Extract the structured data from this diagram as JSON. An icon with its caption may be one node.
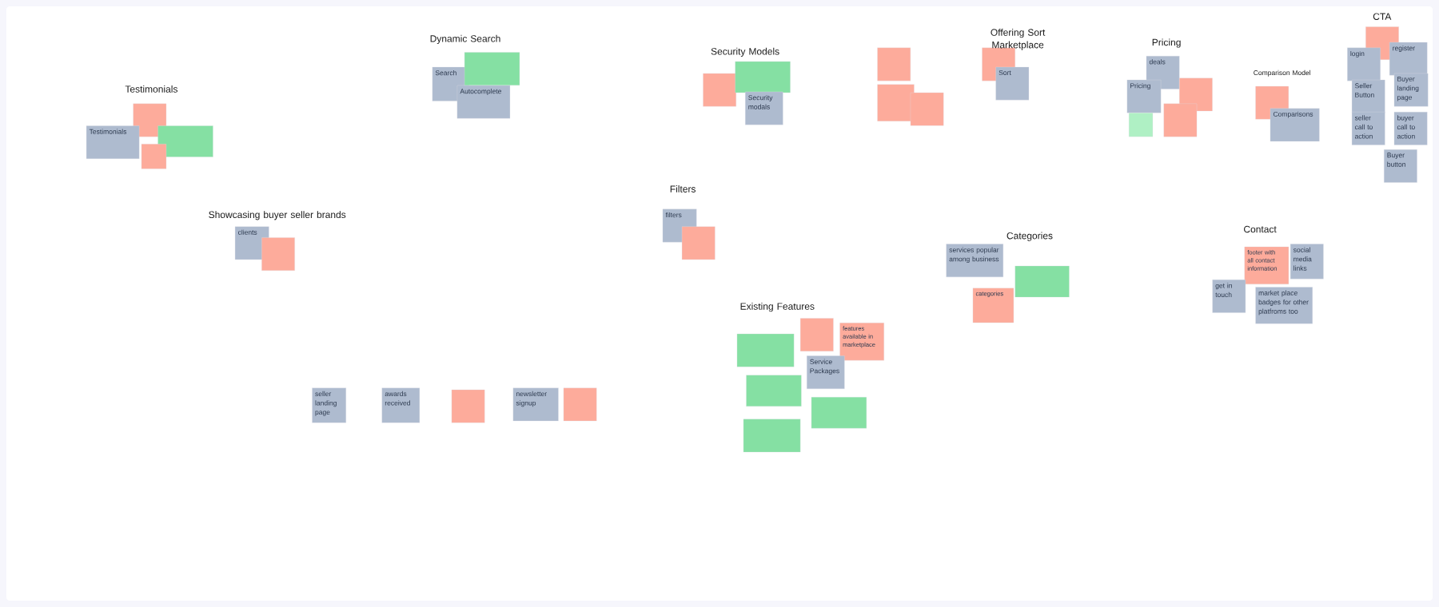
{
  "diagram": {
    "nodes": [
      {
        "text": [],
        "shape": "box"
      },
      {
        "text": [
          "Testimonials"
        ]
      },
      {
        "text": [],
        "shape": "box"
      },
      {
        "text": [],
        "shape": "box"
      },
      {
        "text": [
          "Search"
        ]
      },
      {
        "text": [
          "Autocomplete"
        ]
      },
      {
        "text": [],
        "shape": "box"
      },
      {
        "text": [],
        "shape": "box"
      },
      {
        "text": [],
        "shape": "box"
      },
      {
        "text": [
          "Security modals"
        ]
      },
      {
        "text": [],
        "shape": "box"
      },
      {
        "text": [],
        "shape": "box"
      },
      {
        "text": [],
        "shape": "box"
      },
      {
        "text": [],
        "shape": "box"
      },
      {
        "text": [
          "Sort"
        ]
      },
      {
        "text": [
          "deals"
        ]
      },
      {
        "text": [
          "Pricing"
        ]
      },
      {
        "text": [],
        "shape": "box"
      },
      {
        "text": [],
        "shape": "box"
      },
      {
        "text": [],
        "shape": "box"
      },
      {
        "text": [],
        "shape": "box"
      },
      {
        "text": [
          "Comparisons"
        ]
      },
      {
        "text": [],
        "shape": "box"
      },
      {
        "text": [
          "login"
        ]
      },
      {
        "text": [
          "register"
        ]
      },
      {
        "text": [
          "Seller Button"
        ]
      },
      {
        "text": [
          "Buyer landing page"
        ]
      },
      {
        "text": [
          "seller call to action"
        ]
      },
      {
        "text": [
          "buyer call to action"
        ]
      },
      {
        "text": [
          "Buyer button"
        ]
      },
      {
        "text": [
          "clients"
        ]
      },
      {
        "text": [],
        "shape": "box"
      },
      {
        "text": [
          "filters"
        ]
      },
      {
        "text": [],
        "shape": "box"
      },
      {
        "text": [
          "services popular among business"
        ]
      },
      {
        "text": [],
        "shape": "box"
      },
      {
        "text": [
          "categories"
        ]
      },
      {
        "text": [],
        "shape": "box"
      },
      {
        "text": [
          "features available in marketplace"
        ]
      },
      {
        "text": [],
        "shape": "box"
      },
      {
        "text": [
          "Service Packages"
        ]
      },
      {
        "text": [],
        "shape": "box"
      },
      {
        "text": [],
        "shape": "box"
      },
      {
        "text": [],
        "shape": "box"
      },
      {
        "text": [
          "footer with all contact information"
        ]
      },
      {
        "text": [
          "social media links"
        ]
      },
      {
        "text": [
          "get in touch"
        ]
      },
      {
        "text": [
          "market place badges for other platfroms too"
        ]
      },
      {
        "text": [
          "seller landing page"
        ]
      },
      {
        "text": [
          "awards received"
        ]
      },
      {
        "text": [],
        "shape": "box"
      },
      {
        "text": [
          "newsletter signup"
        ]
      },
      {
        "text": [],
        "shape": "box"
      }
    ],
    "labels": [
      "CTA",
      "Dynamic Search",
      "Offering Sort Marketplace",
      "Pricing",
      "Security Models",
      "Comparison Model",
      "Testimonials",
      "Filters",
      "Showcasing buyer seller brands",
      "Contact",
      "Categories",
      "Existing Features"
    ]
  }
}
